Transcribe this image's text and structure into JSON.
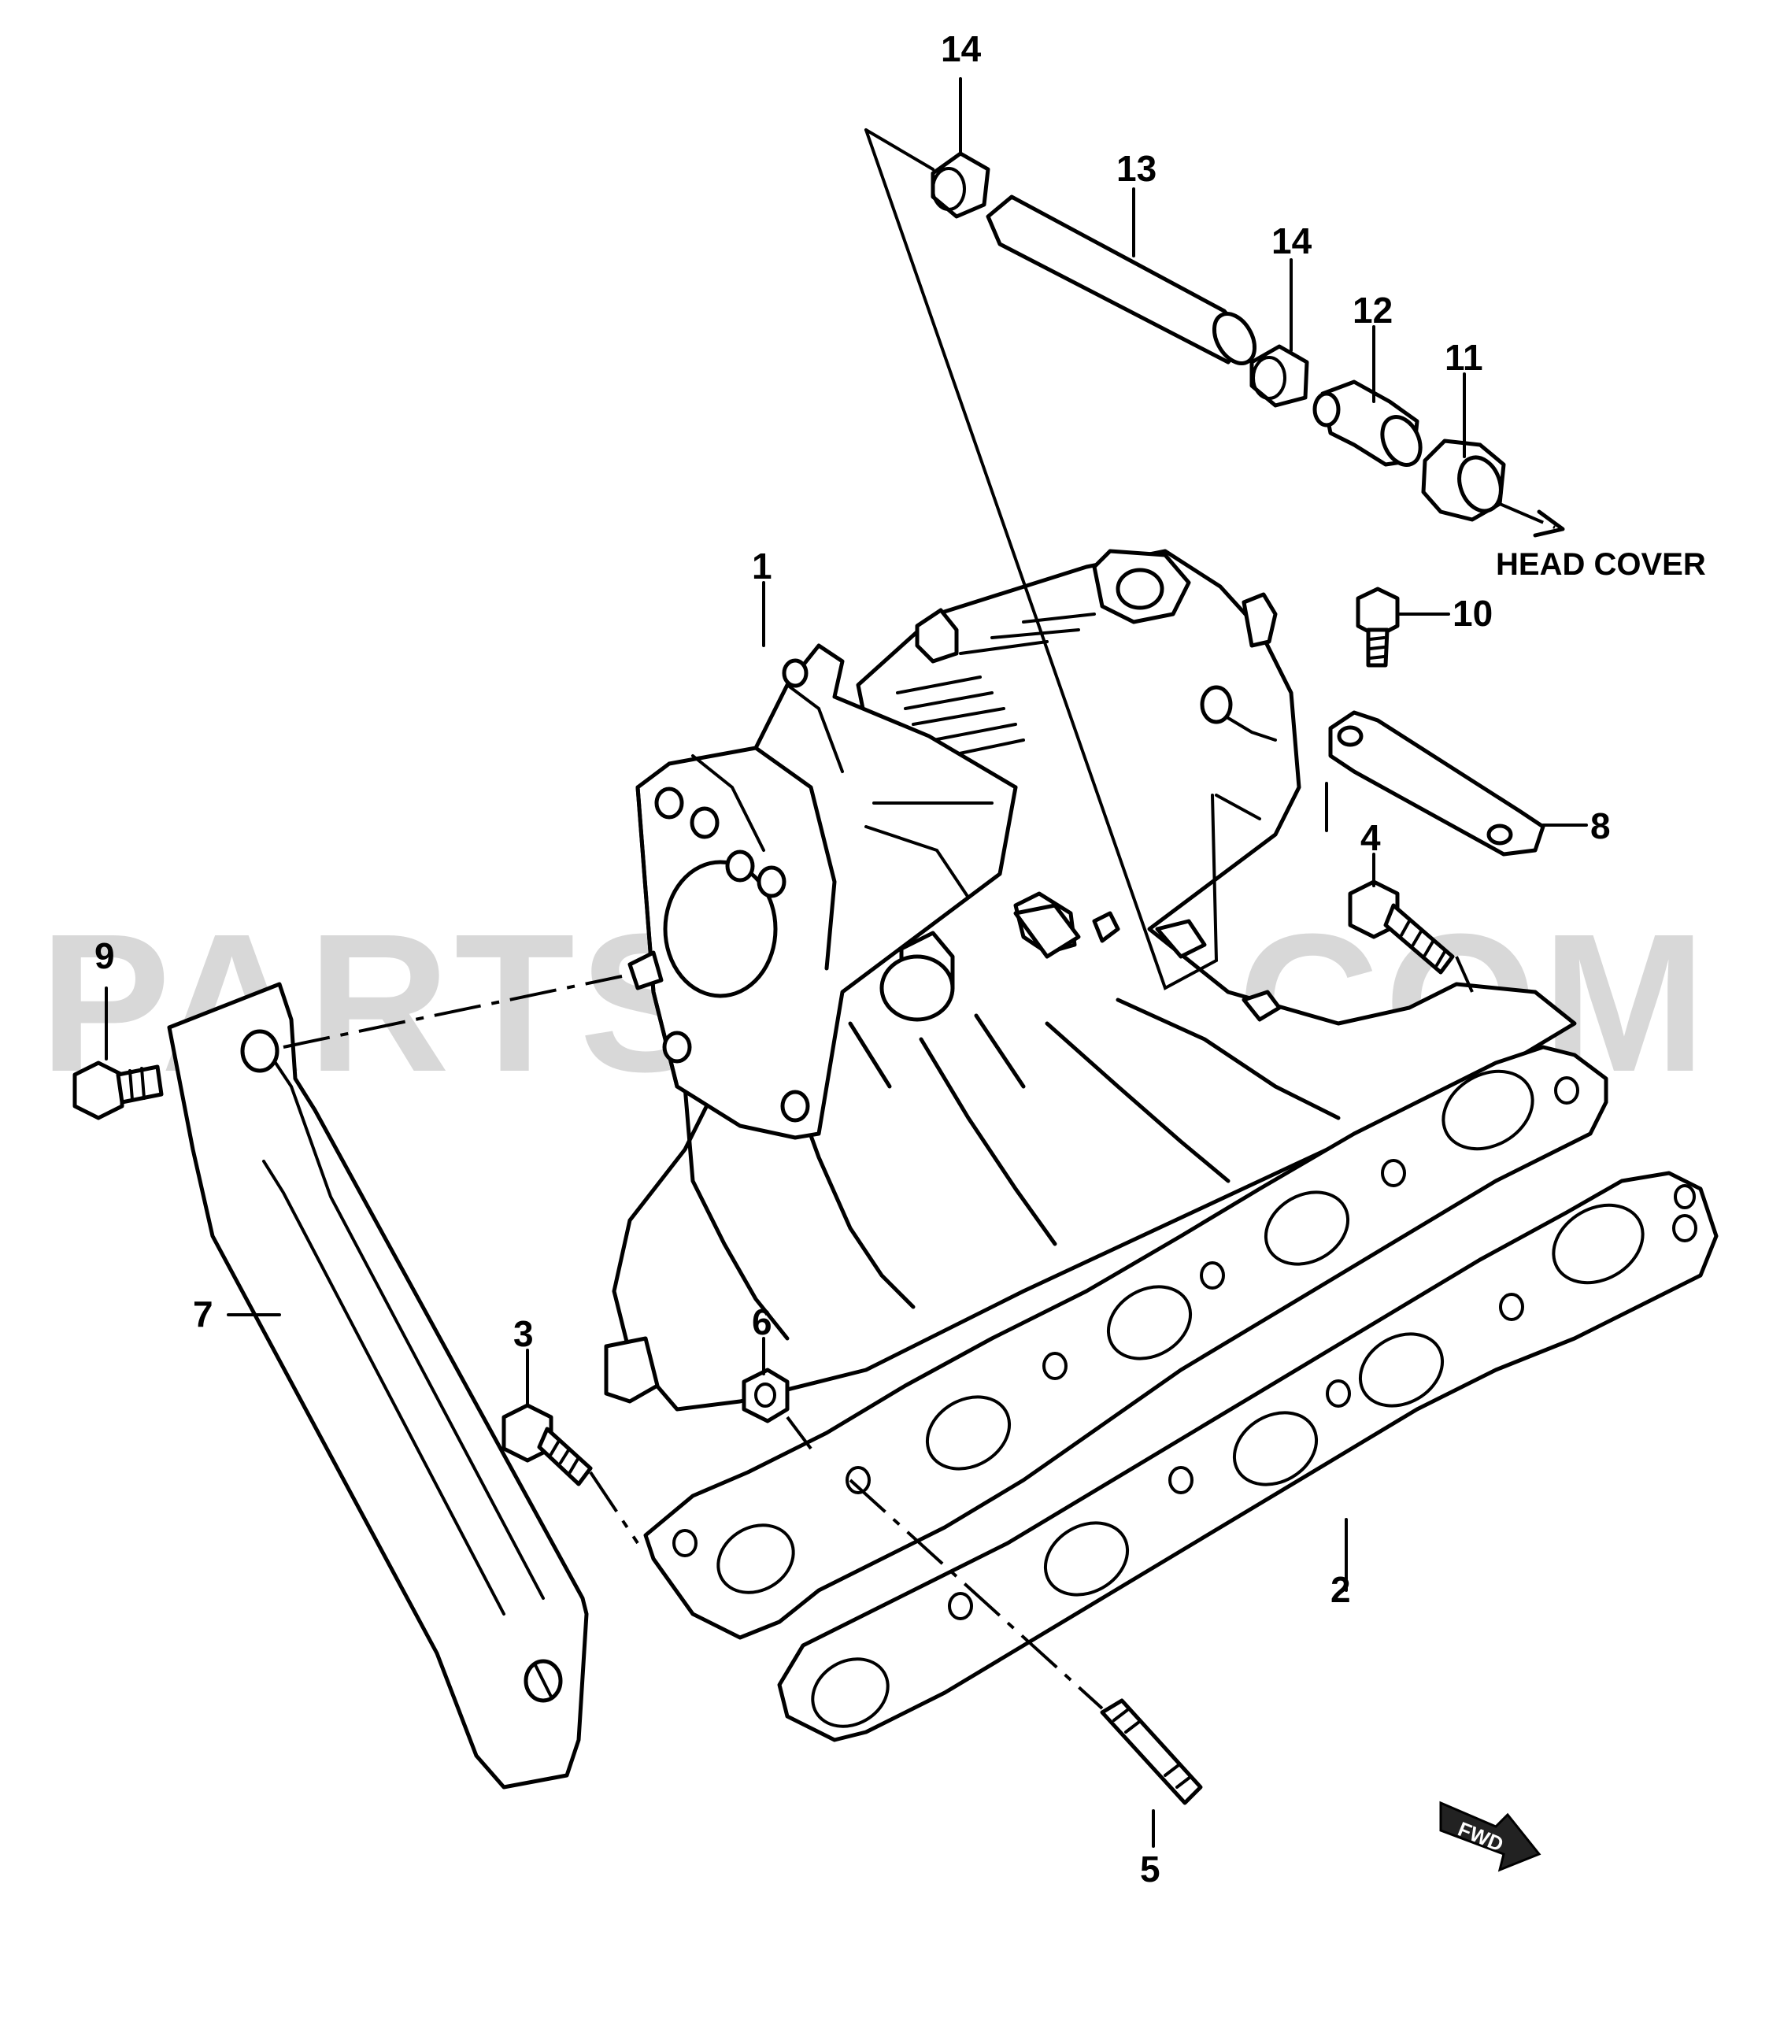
{
  "watermark": "PARTSOUQ.COM",
  "notes": {
    "head_cover": "HEAD COVER"
  },
  "fwd_badge": "FWD",
  "callouts": {
    "c1": "1",
    "c2": "2",
    "c3": "3",
    "c4": "4",
    "c5": "5",
    "c6": "6",
    "c7": "7",
    "c8": "8",
    "c9": "9",
    "c10": "10",
    "c11": "11",
    "c12": "12",
    "c13": "13",
    "c14a": "14",
    "c14b": "14"
  }
}
